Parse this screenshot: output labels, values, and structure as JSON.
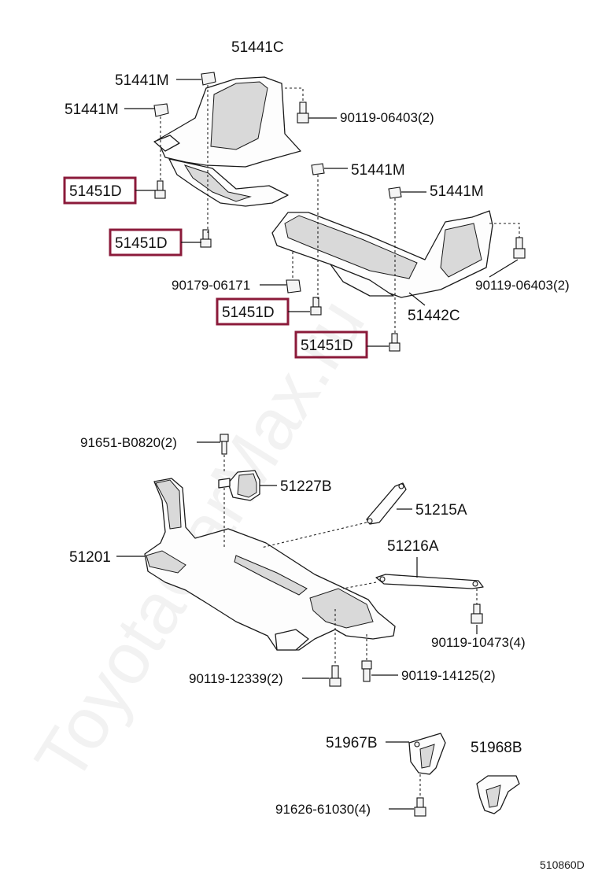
{
  "watermark": "ToyotaCarMax.ru",
  "figure_ref": "510860D",
  "labels": {
    "p51441C": "51441C",
    "p51441M_a": "51441M",
    "p51441M_b": "51441M",
    "p51441M_c": "51441M",
    "p51441M_d": "51441M",
    "p90119_06403_a": "90119-06403(2)",
    "p90119_06403_b": "90119-06403(2)",
    "p51451D_a": "51451D",
    "p51451D_b": "51451D",
    "p51451D_c": "51451D",
    "p51451D_d": "51451D",
    "p90179_06171": "90179-06171",
    "p51442C": "51442C",
    "p91651_B0820": "91651-B0820(2)",
    "p51227B": "51227B",
    "p51215A": "51215A",
    "p51201": "51201",
    "p51216A": "51216A",
    "p90119_10473": "90119-10473(4)",
    "p90119_12339": "90119-12339(2)",
    "p90119_14125": "90119-14125(2)",
    "p51967B": "51967B",
    "p51968B": "51968B",
    "p91626_61030": "91626-61030(4)"
  },
  "colors": {
    "highlight": "#8b1a3a",
    "line": "#1a1a1a"
  }
}
